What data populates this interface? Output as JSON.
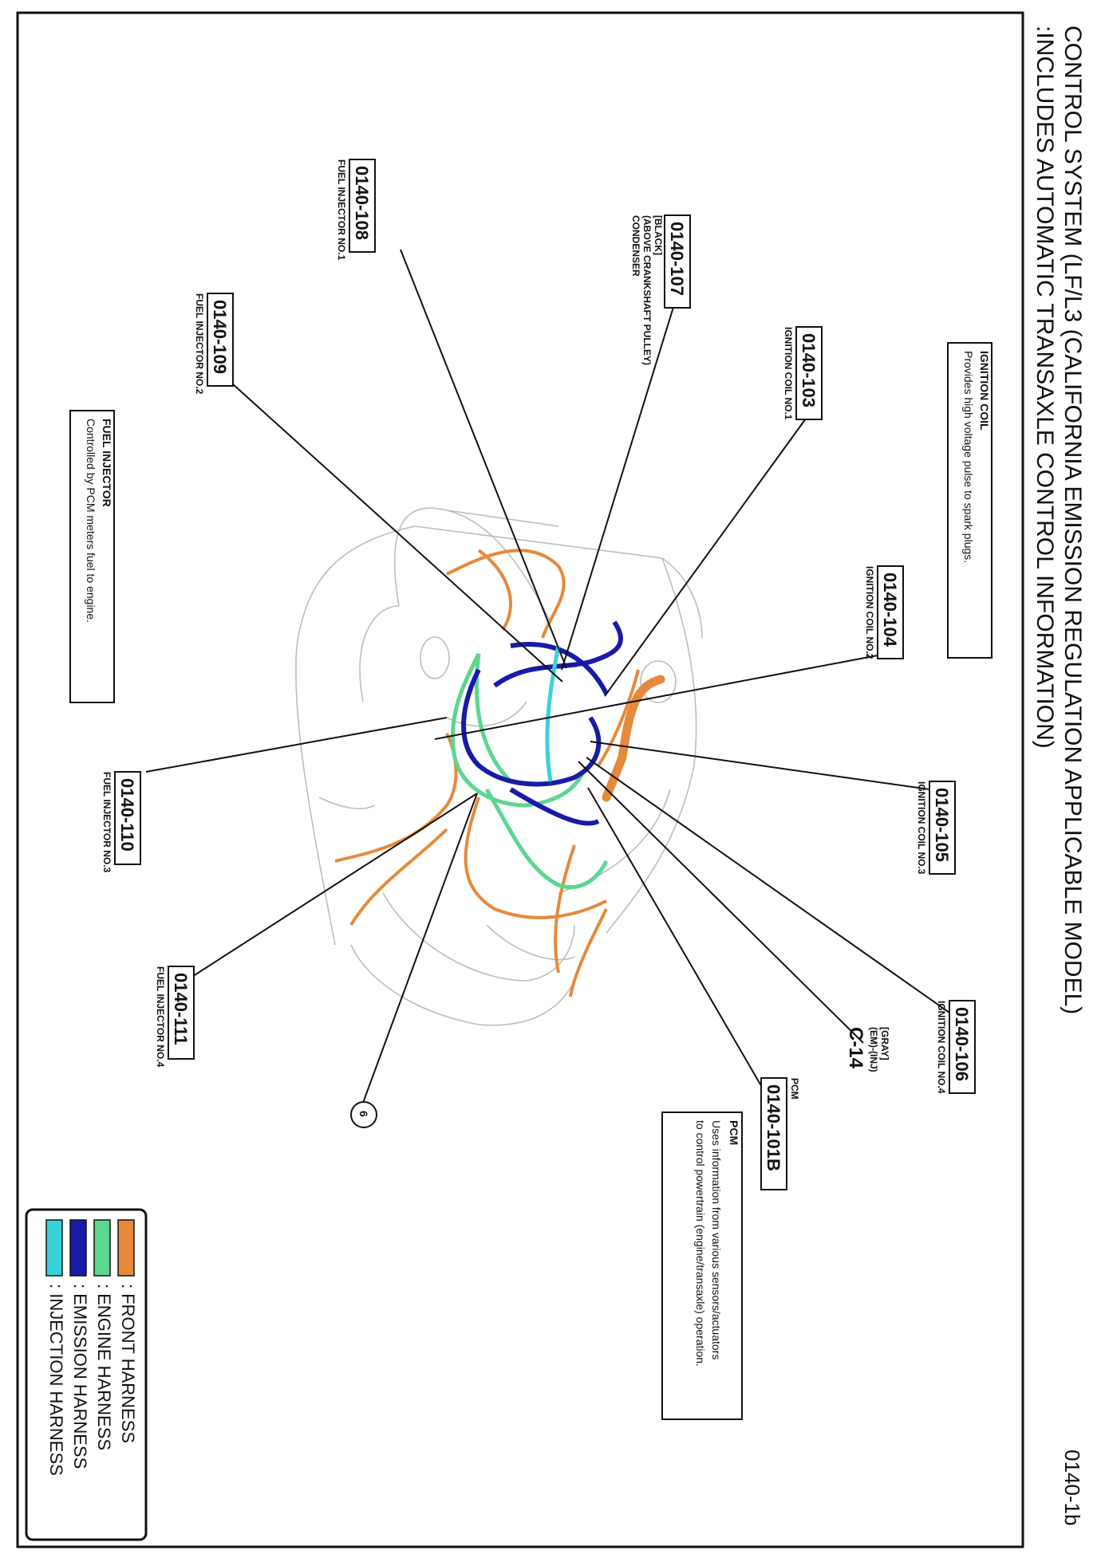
{
  "page": {
    "title_line1": "CONTROL SYSTEM (LF/L3 (CALIFORNIA EMISSION REGULATION APPLICABLE MODEL)",
    "title_line2": ":INCLUDES AUTOMATIC TRANSAXLE CONTROL INFORMATION)",
    "page_code": "0140-1b"
  },
  "colors": {
    "front_harness": "#e58a3a",
    "engine_harness": "#5cd690",
    "emission_harness": "#1a1aa8",
    "injection_harness": "#39d2dc",
    "line": "#111111",
    "body_outline": "#bdbdbd"
  },
  "connectors": [
    {
      "code": "0140-108",
      "name": "FUEL INJECTOR NO.1"
    },
    {
      "code": "0140-107",
      "name": "CONDENSER",
      "notes": [
        "[BLACK]",
        "(ABOVE CRANKSHAFT PULLEY)"
      ]
    },
    {
      "code": "0140-103",
      "name": "IGNITION COIL NO.1"
    },
    {
      "code": "0140-109",
      "name": "FUEL INJECTOR NO.2"
    },
    {
      "code": "0140-104",
      "name": "IGNITION COIL NO.2"
    },
    {
      "code": "0140-110",
      "name": "FUEL INJECTOR NO.3"
    },
    {
      "code": "0140-105",
      "name": "IGNITION COIL NO.3"
    },
    {
      "code": "0140-111",
      "name": "FUEL INJECTOR NO.4"
    },
    {
      "code": "0140-106",
      "name": "IGNITION COIL NO.4"
    },
    {
      "code": "0140-101B",
      "name": "PCM"
    }
  ],
  "joint": {
    "code": "C-14",
    "notes": [
      "[GRAY]",
      "(EM)-(INJ)"
    ]
  },
  "reference_circle": "6",
  "descriptions": {
    "ignition_coil": {
      "title": "IGNITION COIL",
      "text": "Provides high voltage pulse to spark plugs."
    },
    "fuel_injector": {
      "title": "FUEL INJECTOR",
      "text": "Controlled by PCM meters fuel to engine."
    },
    "pcm": {
      "title": "PCM",
      "lines": [
        "Uses information from various sensors/actuators",
        "to control powertrain (engine/transaxle) operation."
      ]
    }
  },
  "legend": [
    {
      "label": ": FRONT HARNESS",
      "color": "#e58a3a"
    },
    {
      "label": ": ENGINE HARNESS",
      "color": "#5cd690"
    },
    {
      "label": ": EMISSION HARNESS",
      "color": "#1a1aa8"
    },
    {
      "label": ": INJECTION HARNESS",
      "color": "#39d2dc"
    }
  ]
}
